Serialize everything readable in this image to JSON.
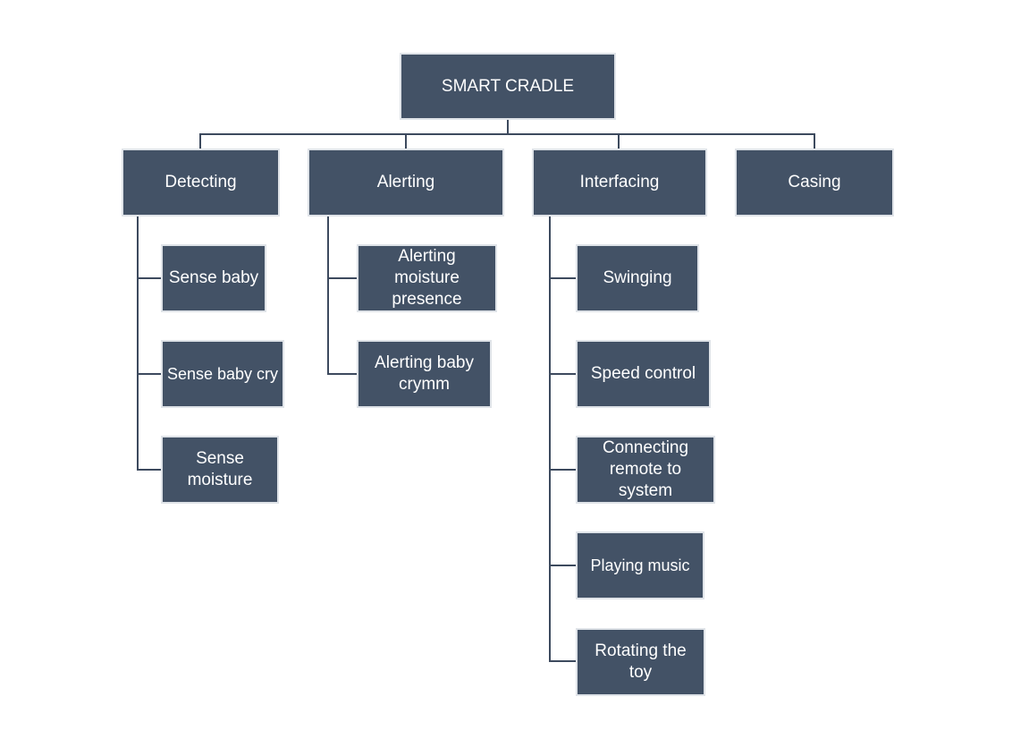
{
  "root": {
    "label": "SMART CRADLE"
  },
  "branches": [
    {
      "label": "Detecting",
      "children": [
        "Sense baby",
        "Sense baby cry",
        "Sense moisture"
      ]
    },
    {
      "label": "Alerting",
      "children": [
        "Alerting moisture presence",
        "Alerting baby crymm"
      ]
    },
    {
      "label": "Interfacing",
      "children": [
        "Swinging",
        "Speed control",
        "Connecting remote to system",
        "Playing music",
        "Rotating the toy"
      ]
    },
    {
      "label": "Casing",
      "children": []
    }
  ],
  "colors": {
    "node_fill": "#435266",
    "node_border": "#dfe3e8",
    "connector": "#3d4a5e",
    "text": "#ffffff"
  }
}
